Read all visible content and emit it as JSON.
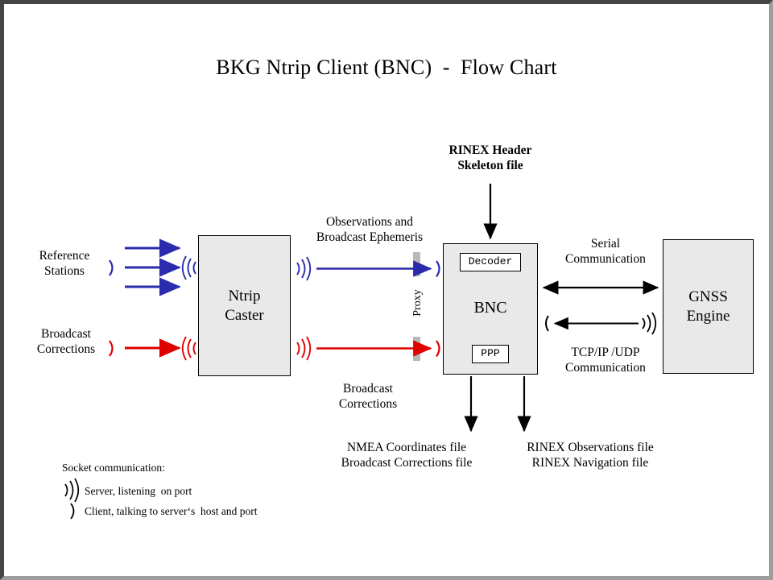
{
  "title": "BKG Ntrip Client (BNC)  -  Flow Chart",
  "nodes": {
    "reference_stations": "Reference\nStations",
    "broadcast_corrections_source": "Broadcast\nCorrections",
    "ntrip_caster": "Ntrip\nCaster",
    "bnc": "BNC",
    "bnc_decoder": "Decoder",
    "bnc_ppp": "PPP",
    "gnss_engine": "GNSS\nEngine"
  },
  "edge_labels": {
    "observations_ephemeris": "Observations and\nBroadcast Ephemeris",
    "broadcast_corrections": "Broadcast\nCorrections",
    "rinex_header_skeleton": "RINEX Header\nSkeleton file",
    "proxy": "Proxy",
    "serial_communication": "Serial\nCommunication",
    "tcpip_udp_communication": "TCP/IP /UDP\nCommunication"
  },
  "outputs": {
    "left": "NMEA Coordinates file\nBroadcast Corrections file",
    "right": "RINEX Observations file\nRINEX Navigation file"
  },
  "legend": {
    "heading": "Socket communication:",
    "server": "Server, listening  on port",
    "client": "Client, talking to server‘s  host and port"
  },
  "colors": {
    "blue": "#2b2bae",
    "red": "#e00000",
    "box_fill": "#e9e9e9",
    "box_border": "#000000",
    "proxy_bar": "#b8b8b8",
    "frame_dark": "#454545",
    "frame_light": "#9d9d9d",
    "canvas": "#ffffff"
  },
  "icons": {
    "server": "server-antenna-icon",
    "client": "client-paren-icon"
  }
}
